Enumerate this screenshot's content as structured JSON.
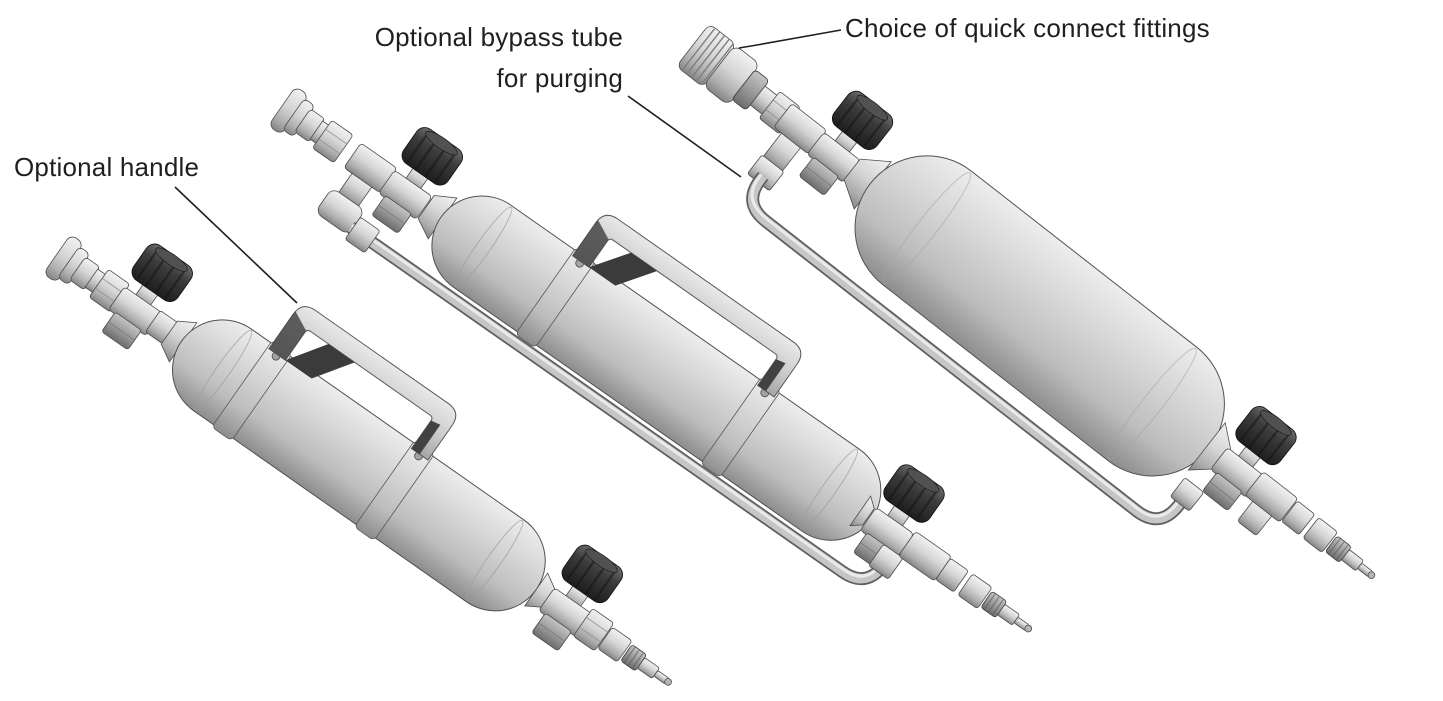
{
  "figure": {
    "background_color": "#ffffff",
    "annotation_color": "#1f1f1f",
    "callouts": [
      {
        "name": "optional-handle",
        "lines": [
          "Optional handle"
        ]
      },
      {
        "name": "optional-bypass-tube",
        "lines": [
          "Optional bypass tube",
          "for purging"
        ]
      },
      {
        "name": "quick-connect-fittings",
        "lines": [
          "Choice of quick connect fittings"
        ]
      }
    ],
    "assemblies": [
      {
        "name": "sample-cylinder-with-handle",
        "description": "small sample cylinder, carrying handle, valve at each end, quick connect cap"
      },
      {
        "name": "sample-cylinder-with-handle-and-bypass",
        "description": "long sample cylinder, carrying handle, bypass tube, valve at each end"
      },
      {
        "name": "large-sample-cylinder-with-bypass",
        "description": "large diameter sample cylinder, bypass tube, valve at each end, quick connect fittings both ends"
      }
    ],
    "palette": {
      "metal_light": "#efefef",
      "metal_mid": "#c9c9c9",
      "metal_dark": "#8a8a8a",
      "knob_color": "#2e2e2e",
      "outline": "#4c4c4c"
    }
  }
}
